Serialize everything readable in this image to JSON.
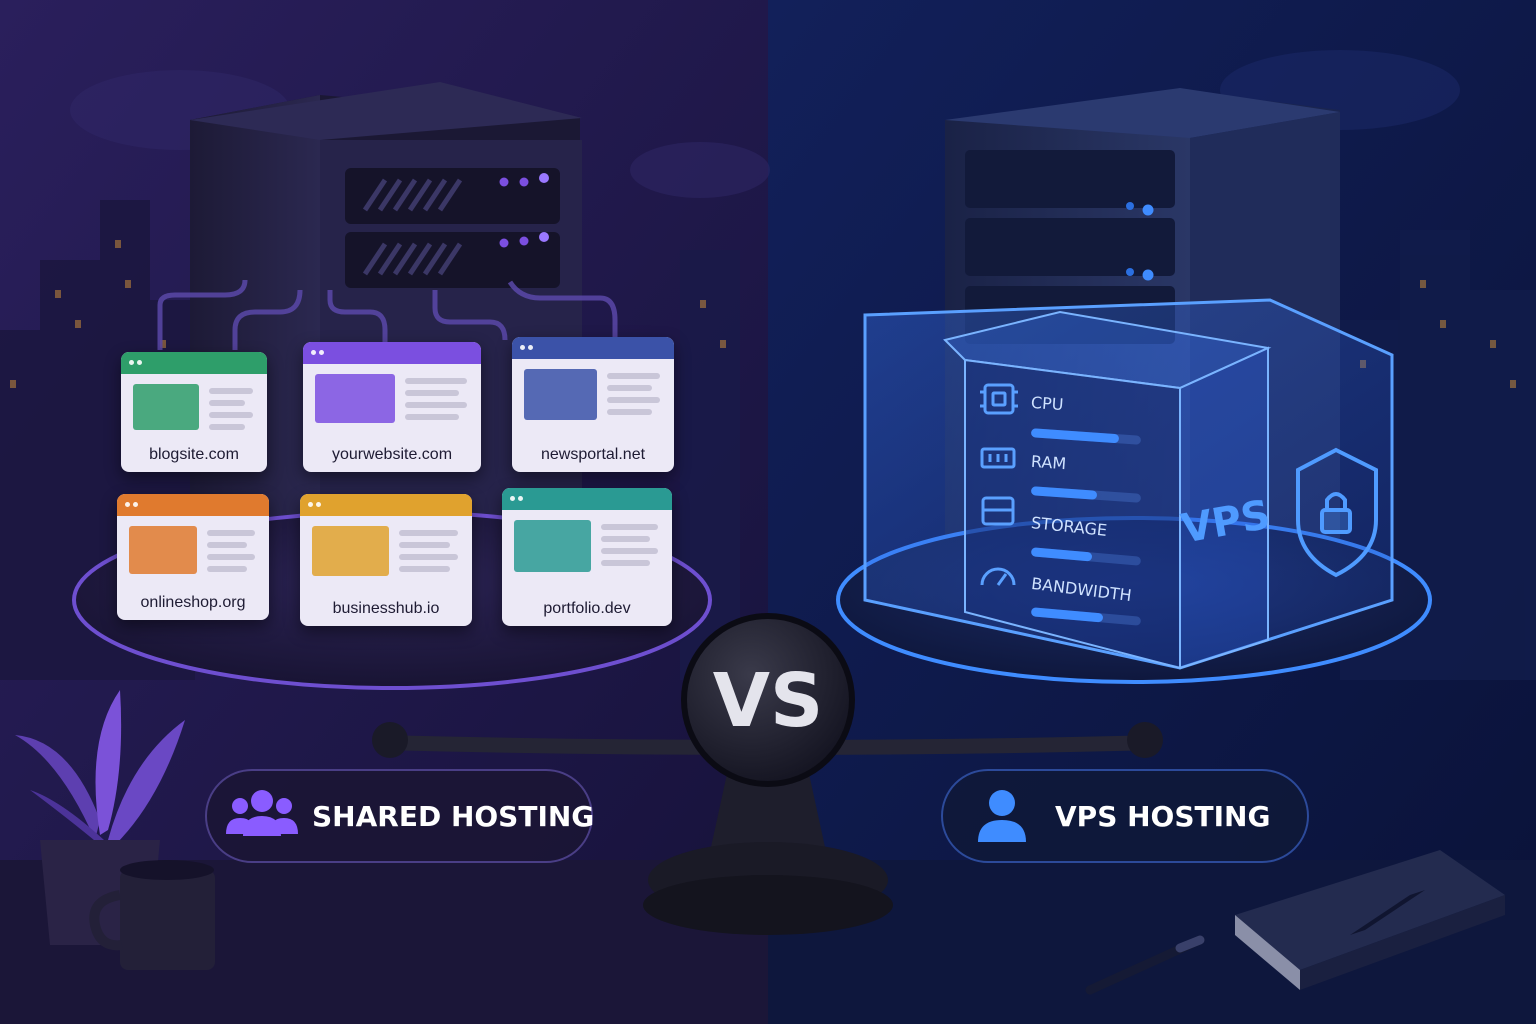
{
  "colors": {
    "bg_left": "#241b4d",
    "bg_right": "#0f1a45",
    "shared_accent": "#7b4fe0",
    "vps_accent": "#3f8cff"
  },
  "shared": {
    "label": "SHARED HOSTING",
    "icon": "users-icon",
    "sites": [
      {
        "domain": "blogsite.com",
        "color": "#2e9e6a",
        "thumb": "image-icon"
      },
      {
        "domain": "yourwebsite.com",
        "color": "#7b4fe0",
        "thumb": "image-icon"
      },
      {
        "domain": "newsportal.net",
        "color": "#3b52a8",
        "thumb": "video-play-icon"
      },
      {
        "domain": "onlineshop.org",
        "color": "#e07a2e",
        "thumb": "shopping-cart-icon"
      },
      {
        "domain": "businesshub.io",
        "color": "#e0a22e",
        "thumb": "person-icon"
      },
      {
        "domain": "portfolio.dev",
        "color": "#2a9a93",
        "thumb": "image-icon"
      }
    ]
  },
  "center": {
    "vs_label": "VS"
  },
  "vps": {
    "label": "VPS HOSTING",
    "icon": "user-icon",
    "box_label": "VPS",
    "resources": [
      {
        "label": "CPU",
        "icon": "cpu-chip-icon",
        "fill": 0.8
      },
      {
        "label": "RAM",
        "icon": "ram-module-icon",
        "fill": 0.6
      },
      {
        "label": "STORAGE",
        "icon": "storage-drive-icon",
        "fill": 0.55
      },
      {
        "label": "BANDWIDTH",
        "icon": "speedometer-icon",
        "fill": 0.65
      }
    ],
    "security_icon": "shield-lock-icon"
  }
}
